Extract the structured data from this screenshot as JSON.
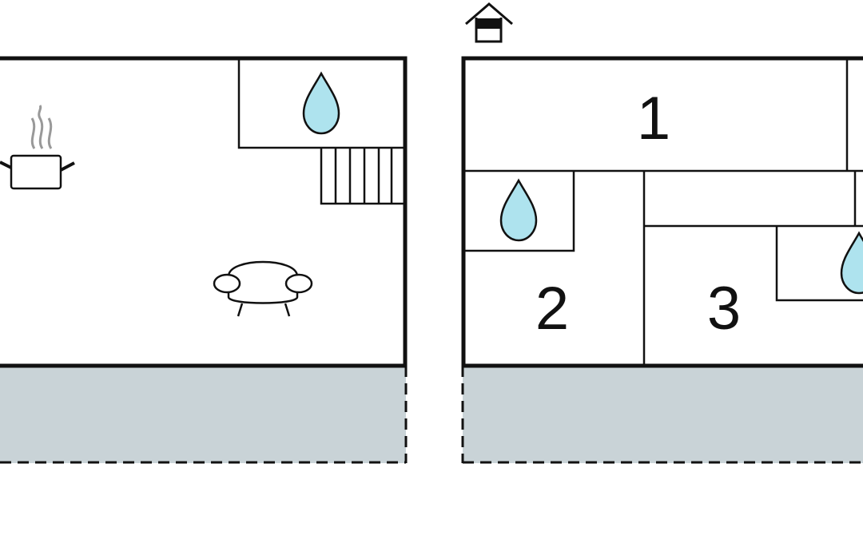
{
  "colors": {
    "wall": "#111111",
    "terrace": "#c9d3d7",
    "water": "#aee3ee",
    "steam": "#999999",
    "background": "#ffffff"
  },
  "icons": {
    "entrance": "house-entrance-icon",
    "kitchen": "cooking-pot-icon",
    "living": "sofa-icon",
    "bathroom": "water-drop-icon",
    "stairs": "stairs-icon"
  },
  "rooms": {
    "bedroom_1": "1",
    "bedroom_2": "2",
    "bedroom_3": "3"
  }
}
